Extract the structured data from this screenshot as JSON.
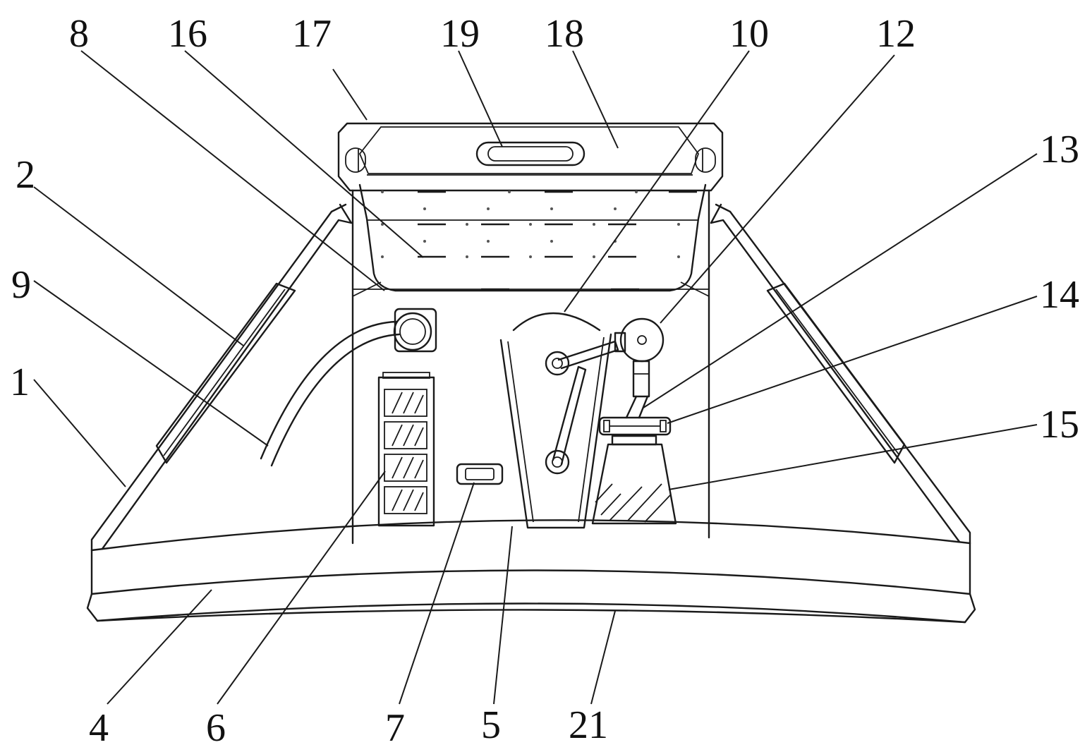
{
  "labels": {
    "l8": "8",
    "l16": "16",
    "l17": "17",
    "l19": "19",
    "l18": "18",
    "l10": "10",
    "l12": "12",
    "l13": "13",
    "l2": "2",
    "l9": "9",
    "l14": "14",
    "l1": "1",
    "l15": "15",
    "l4": "4",
    "l6": "6",
    "l7": "7",
    "l5": "5",
    "l21": "21"
  },
  "colors": {
    "stroke": "#1a1a1a",
    "background": "#ffffff"
  }
}
